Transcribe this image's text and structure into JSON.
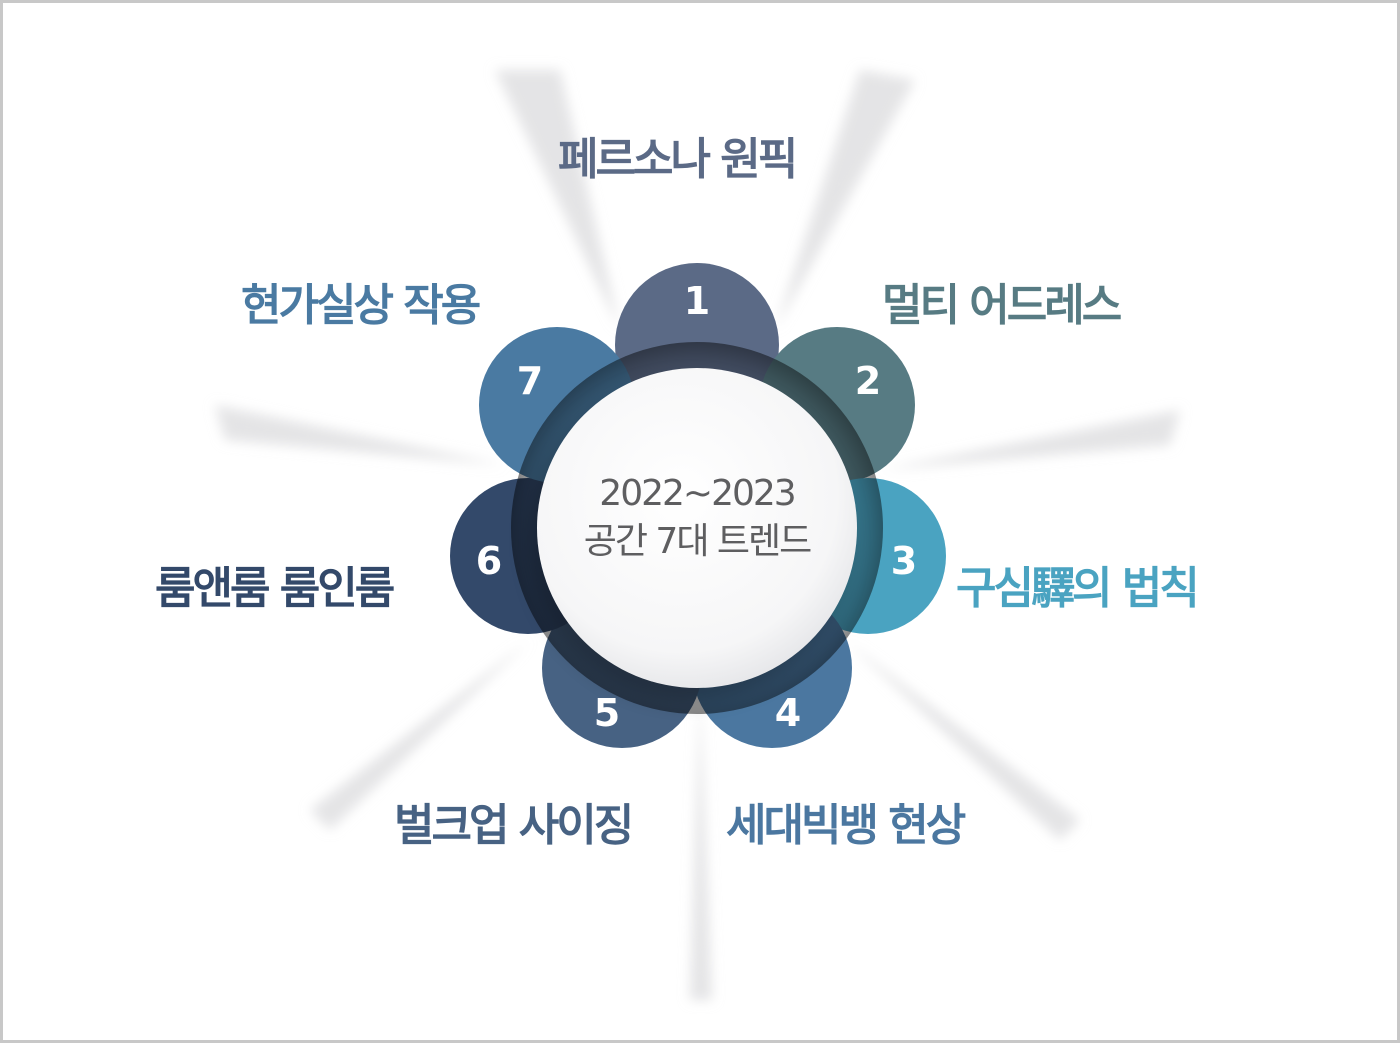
{
  "center": {
    "line1": "2022~2023",
    "line2": "공간 7대 트렌드"
  },
  "trends": [
    {
      "number": "1",
      "label": "페르소나 원픽",
      "color": "#5b6a86"
    },
    {
      "number": "2",
      "label": "멀티 어드레스",
      "color": "#577b83"
    },
    {
      "number": "3",
      "label": "구심驛의 법칙",
      "color": "#4aa3c1"
    },
    {
      "number": "4",
      "label": "세대빅뱅 현상",
      "color": "#4b77a0"
    },
    {
      "number": "5",
      "label": "벌크업 사이징",
      "color": "#476283"
    },
    {
      "number": "6",
      "label": "룸앤룸 룸인룸",
      "color": "#33496a"
    },
    {
      "number": "7",
      "label": "현가실상 작용",
      "color": "#4a7aa2"
    }
  ],
  "colors": {
    "frame_border": "#c8c8c8",
    "center_text": "#5e5e60",
    "background": "#ffffff"
  }
}
